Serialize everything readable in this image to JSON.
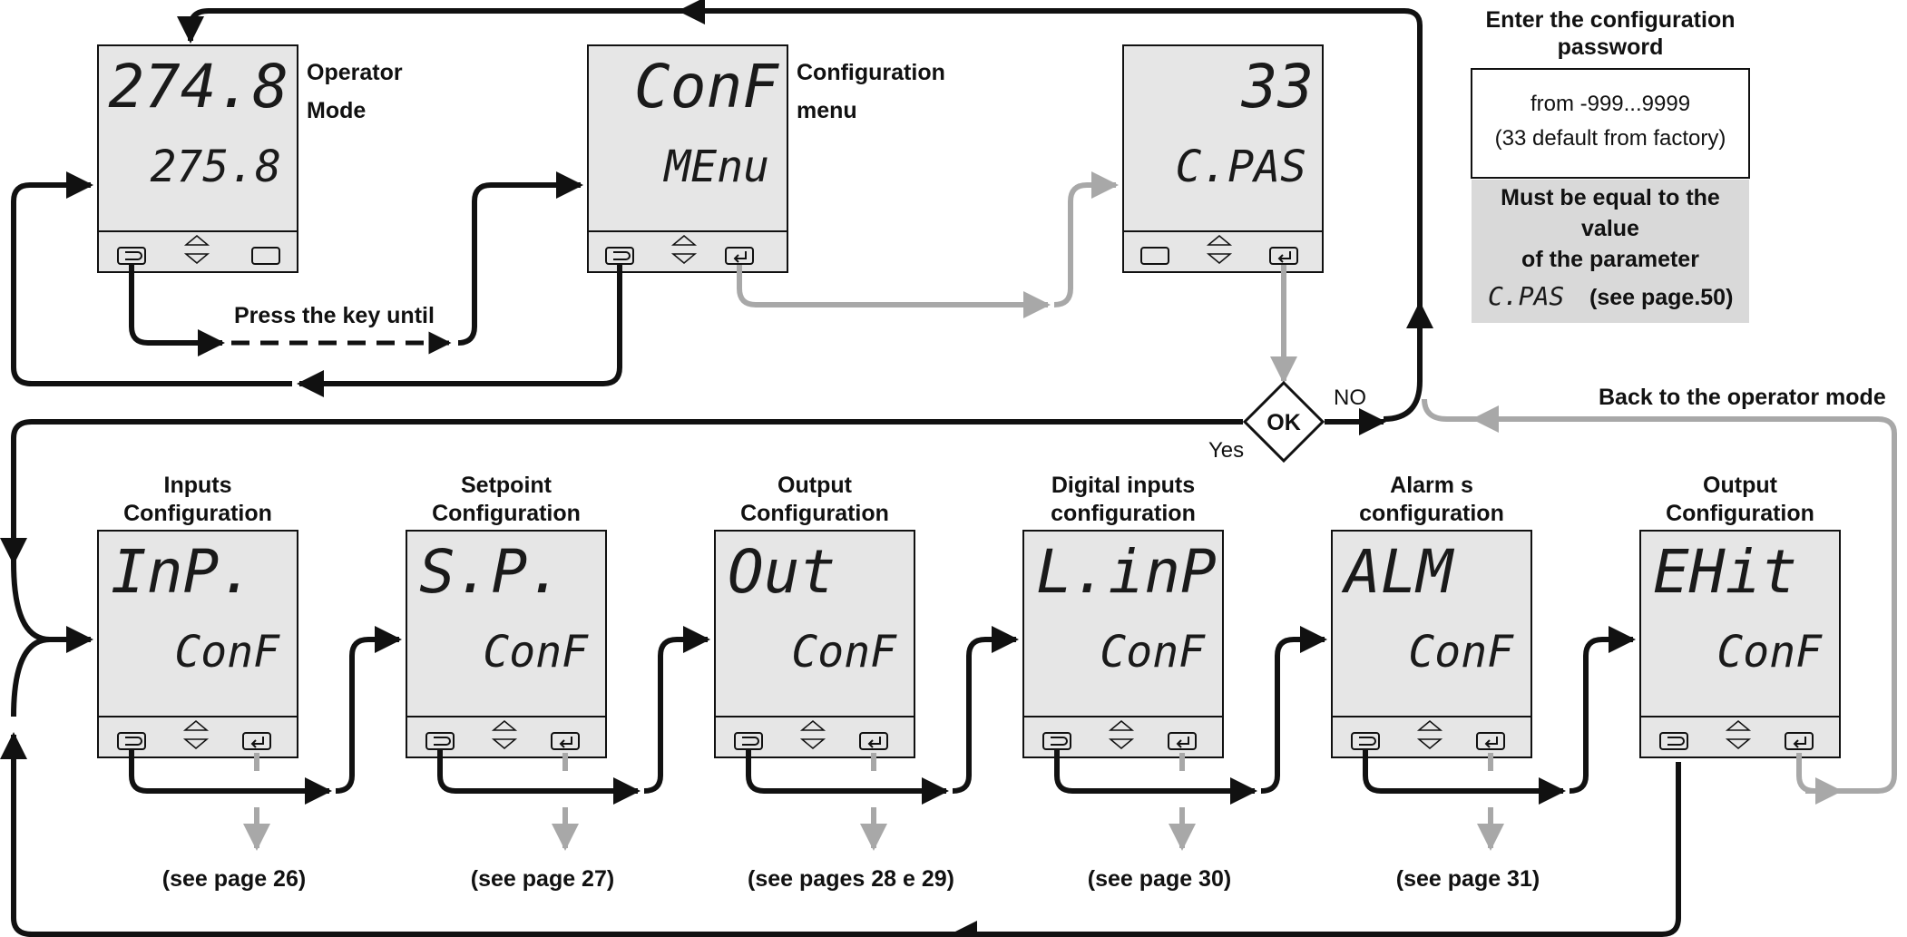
{
  "colors": {
    "black_line": "#111111",
    "gray_line": "#a8a8a8",
    "lcd_background": "#e6e6e6",
    "note_background": "#d9d9d9"
  },
  "icons": {
    "cycle_key": "cycle-key-icon",
    "up_down_key": "up-down-arrows-icon",
    "enter_key": "enter-key-icon"
  },
  "top": {
    "operator": {
      "display_top": "274.8",
      "display_bottom": "275.8",
      "label_line1": "Operator",
      "label_line2": "Mode"
    },
    "config_menu": {
      "display_top": "ConF",
      "display_bottom": "MEnu",
      "label_line1": "Configuration",
      "label_line2": "menu"
    },
    "password": {
      "display_top": "33",
      "display_bottom": "C.PAS"
    },
    "press_note": "Press the key until"
  },
  "password_panel": {
    "title_line1": "Enter the configuration",
    "title_line2": "password",
    "range": "from -999...9999",
    "default_note": "(33 default from factory)",
    "must_line1": "Must be equal to the",
    "must_line2": "value",
    "must_line3": "of the parameter",
    "param_code": "C.PAS",
    "page_ref": "(see page.50)"
  },
  "decision": {
    "label": "OK",
    "no": "NO",
    "yes": "Yes"
  },
  "back_label": "Back to the operator mode",
  "modules": [
    {
      "title1": "Inputs",
      "title2": "Configuration",
      "display_top": "InP.",
      "display_bottom": "ConF",
      "ref": "(see page 26)"
    },
    {
      "title1": "Setpoint",
      "title2": "Configuration",
      "display_top": "S.P.",
      "display_bottom": "ConF",
      "ref": "(see page 27)"
    },
    {
      "title1": "Output",
      "title2": "Configuration",
      "display_top": "Out",
      "display_bottom": "ConF",
      "ref": "(see pages 28 e 29)"
    },
    {
      "title1": "Digital inputs",
      "title2": "configuration",
      "display_top": "L.inP",
      "display_bottom": "ConF",
      "ref": "(see page 30)"
    },
    {
      "title1": "Alarm s",
      "title2": "configuration",
      "display_top": "ALM",
      "display_bottom": "ConF",
      "ref": "(see page 31)"
    },
    {
      "title1": "Output",
      "title2": "Configuration",
      "display_top": "EHit",
      "display_bottom": "ConF",
      "ref": ""
    }
  ]
}
